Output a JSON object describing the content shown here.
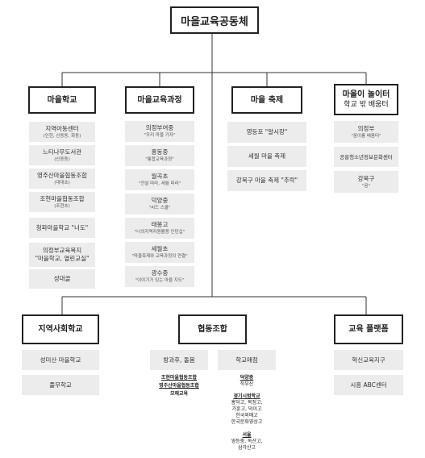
{
  "title": "마을교육공동체",
  "groups": {
    "village_school": {
      "heading": "마을학교",
      "items": [
        {
          "label": "지역아동센터",
          "sub": "(인헌, 신동동, 화동)"
        },
        {
          "label": "느티나무도서관",
          "sub": "(신동동)"
        },
        {
          "label": "영주산마을협동조합",
          "sub": "(대대초)"
        },
        {
          "label": "조현마을협동조합",
          "sub": "(조현초)"
        },
        {
          "label": "청파마을학교 \"너도\"",
          "sub": ""
        },
        {
          "label": "의정부교육복지",
          "sub": "\"마을학교, 열린교실\""
        },
        {
          "label": "성대골",
          "sub": ""
        }
      ]
    },
    "village_curriculum": {
      "heading": "마을교육과정",
      "items": [
        {
          "label": "의정부여중",
          "sub": "\"우리 마을 가자\""
        },
        {
          "label": "홍동중",
          "sub": "\"통합교육과정\""
        },
        {
          "label": "월곡초",
          "sub": "\"전설 따라, 세월 따라\""
        },
        {
          "label": "덕양중",
          "sub": "\"씨드 스쿨\""
        },
        {
          "label": "태봉고",
          "sub": "\"나의지역자원활용 인턴십\""
        },
        {
          "label": "세월초",
          "sub": "\"마을축제와 교육과정의 연결\""
        },
        {
          "label": "광수중",
          "sub": "\"이야기가 있는 마을 지도\""
        }
      ]
    },
    "village_festival": {
      "heading": "마을 축제",
      "items": [
        {
          "label": "영등포 \"알시장\""
        },
        {
          "label": "세월 마을 축제"
        },
        {
          "label": "강북구 마을 축제 \"추락\""
        }
      ]
    },
    "playground": {
      "heading": "마을이 놀이터",
      "heading_sub": "학교 밖 배움터",
      "items": [
        {
          "label": "의정부",
          "sub": "\"꿈이룸 배움터\""
        },
        {
          "label": "공릉청소년정보문화센터",
          "sub": ""
        },
        {
          "label": "강북구",
          "sub": "\"꿈\""
        }
      ]
    },
    "community_school": {
      "heading": "지역사회학교",
      "items": [
        {
          "label": "성미산 마을학교"
        },
        {
          "label": "풀무학교"
        }
      ]
    },
    "cooperative": {
      "heading": "협동조합",
      "left_items": [
        {
          "label": "방과후, 돌봄"
        }
      ],
      "left_texts": [
        "조현마을협동조합",
        "영주산마을협동조합",
        "모해교육"
      ],
      "right_items": [
        {
          "label": "학교매점"
        }
      ],
      "right_texts": {
        "g1_title": "덕양중",
        "g1_body": "작부산",
        "g2_title": "경기시범학교",
        "g2_body": [
          "홍덕고, 복정고,",
          "가훈고, 덕이고",
          "한국외매고",
          "한국문화영상고"
        ],
        "g3_title": "서울",
        "g3_body": [
          "영등중, 독산고,",
          "삼각산고"
        ]
      }
    },
    "education_platform": {
      "heading": "교육 플랫폼",
      "items": [
        {
          "label": "혁신교육지구"
        },
        {
          "label": "시흥 ABC센터"
        }
      ]
    }
  }
}
